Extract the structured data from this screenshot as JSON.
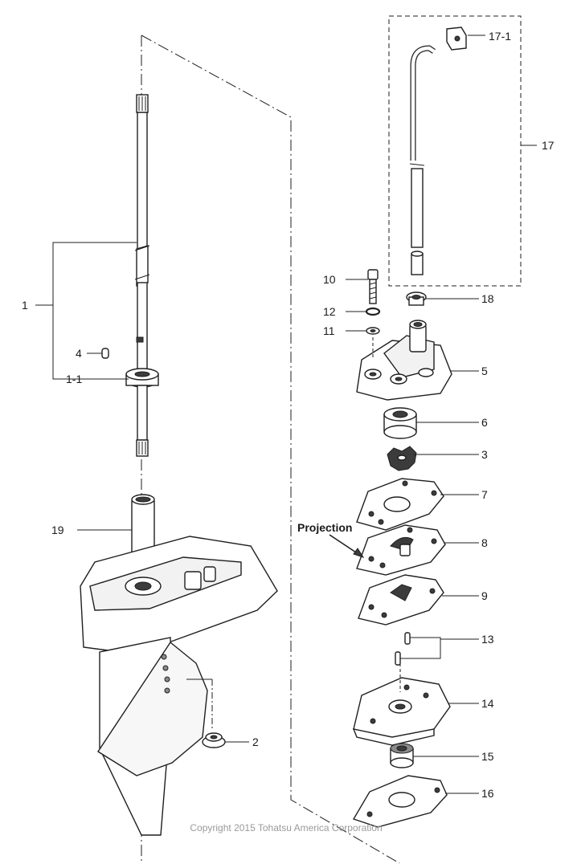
{
  "callouts": {
    "c1": "1",
    "c1_1": "1-1",
    "c2": "2",
    "c3": "3",
    "c4": "4",
    "c5": "5",
    "c6": "6",
    "c7": "7",
    "c8": "8",
    "c9": "9",
    "c10": "10",
    "c11": "11",
    "c12": "12",
    "c13": "13",
    "c14": "14",
    "c15": "15",
    "c16": "16",
    "c17": "17",
    "c17_1": "17-1",
    "c18": "18",
    "c19": "19"
  },
  "annotation": "Projection",
  "copyright": "Copyright 2015 Tohatsu America Corporation",
  "colors": {
    "ink": "#1f1f1f",
    "copyright": "#9a9a9a"
  }
}
